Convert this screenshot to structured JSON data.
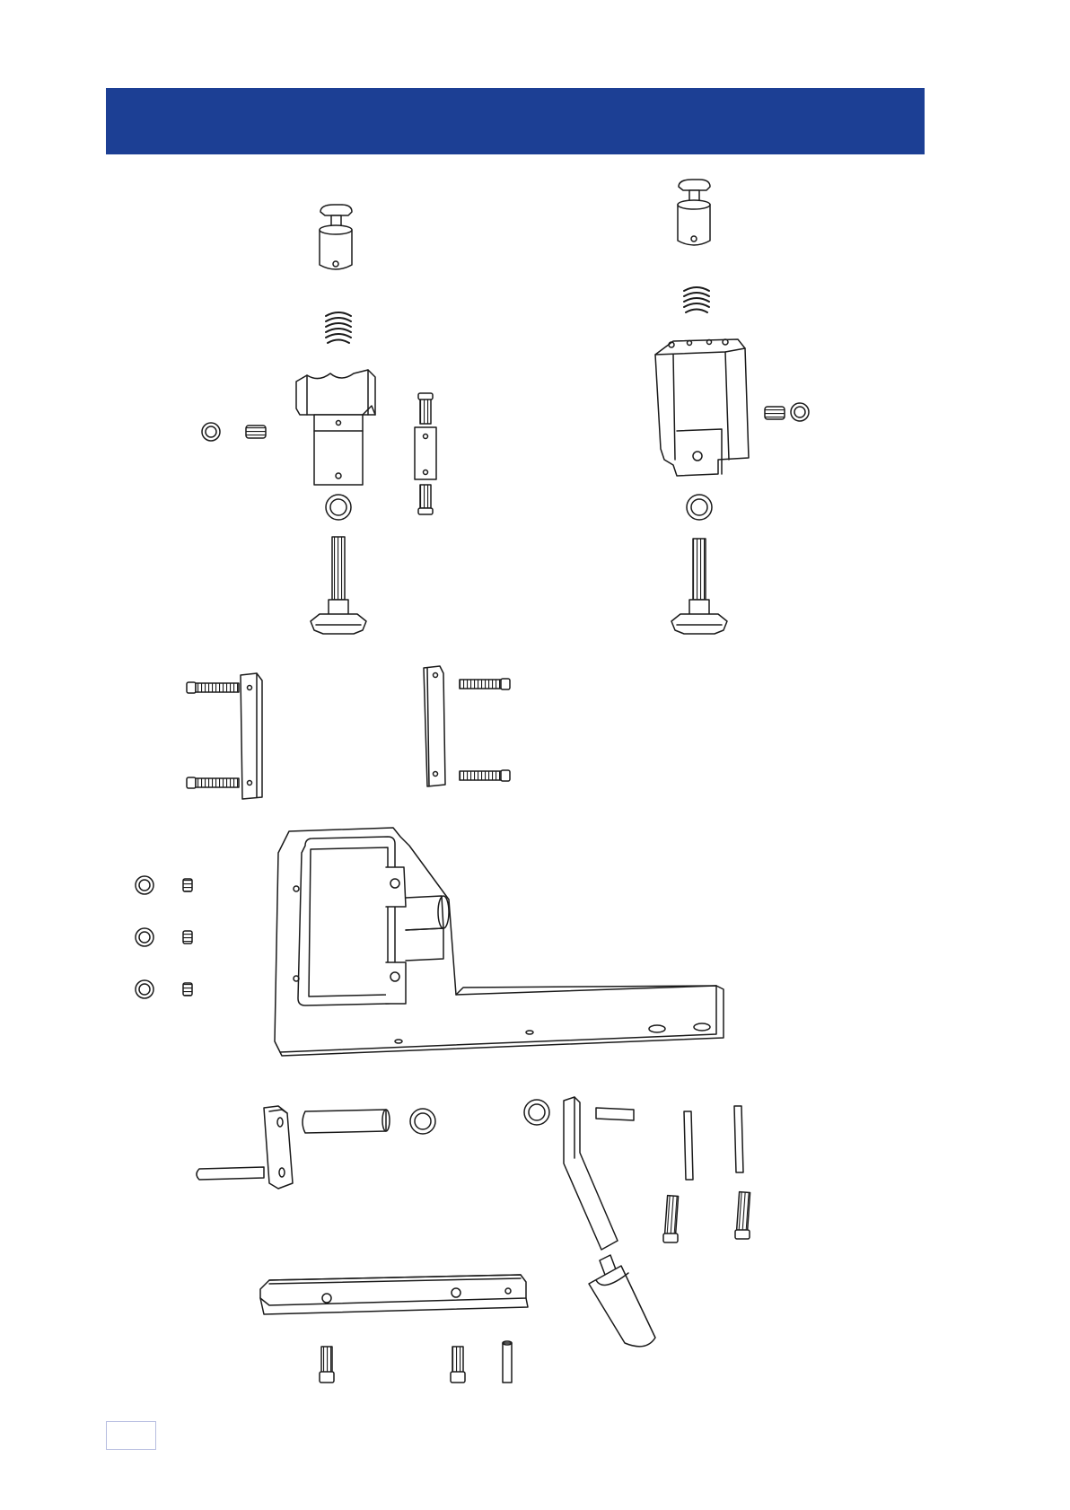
{
  "colors": {
    "header_band": "#1c3f94",
    "page_box_border": "#b6bde0",
    "line_art": "#1a1a1a"
  },
  "figure": {
    "type": "exploded-assembly-line-drawing",
    "groups": [
      "left-clamp-assembly",
      "right-clamp-assembly",
      "side-plates-with-screws",
      "main-frame-with-grub-screws",
      "crank-handle-parts",
      "base-bar-with-screws"
    ]
  }
}
